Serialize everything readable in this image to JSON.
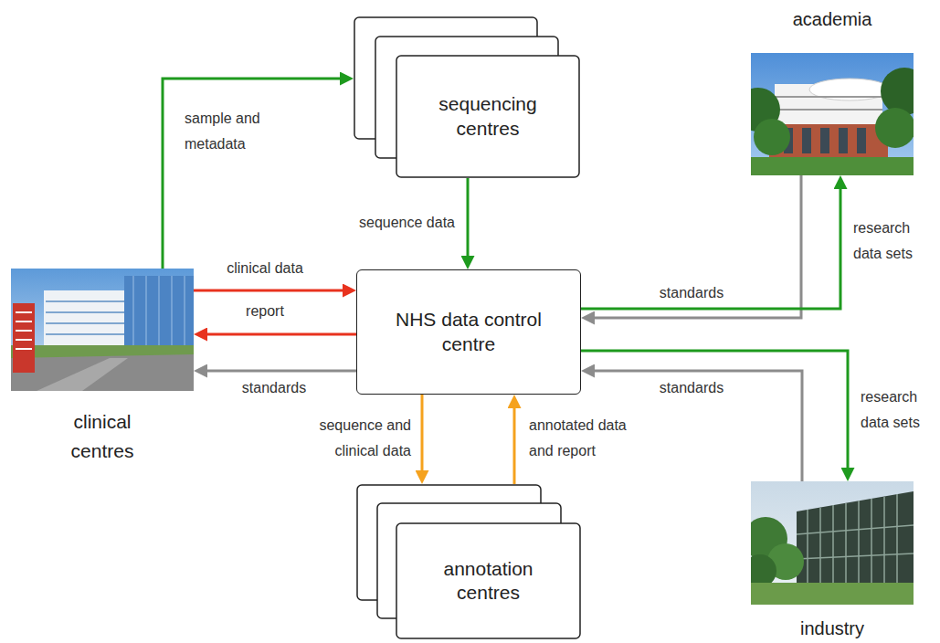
{
  "diagram": {
    "nodes": [
      {
        "text": [
          "sequencing centres"
        ]
      },
      {
        "text": [
          "academia"
        ]
      },
      {
        "text": [
          "clinical centres"
        ]
      },
      {
        "text": [
          "NHS data control centre"
        ]
      },
      {
        "text": [
          "industry"
        ]
      },
      {
        "text": [
          "annotation centres"
        ]
      }
    ],
    "edges": [
      {
        "from": 2,
        "to": 0,
        "label": "sample and metadata",
        "arrow": "to"
      },
      {
        "from": 0,
        "to": 3,
        "label": "sequence data",
        "arrow": "to"
      },
      {
        "from": 2,
        "to": 3,
        "label": "clinical data",
        "arrow": "to"
      },
      {
        "from": 3,
        "to": 2,
        "label": "report",
        "arrow": "to"
      },
      {
        "from": 3,
        "to": 2,
        "label": "standards",
        "arrow": "to"
      },
      {
        "from": 1,
        "to": 3,
        "label": "standards",
        "arrow": "to"
      },
      {
        "from": 3,
        "to": 1,
        "label": "research data sets",
        "arrow": "to"
      },
      {
        "from": 4,
        "to": 3,
        "label": "standards",
        "arrow": "to"
      },
      {
        "from": 3,
        "to": 4,
        "label": "research data sets",
        "arrow": "to"
      },
      {
        "from": 3,
        "to": 5,
        "label": "sequence and clinical data",
        "arrow": "to"
      },
      {
        "from": 5,
        "to": 3,
        "label": "annotated data and report",
        "arrow": "to"
      }
    ]
  }
}
